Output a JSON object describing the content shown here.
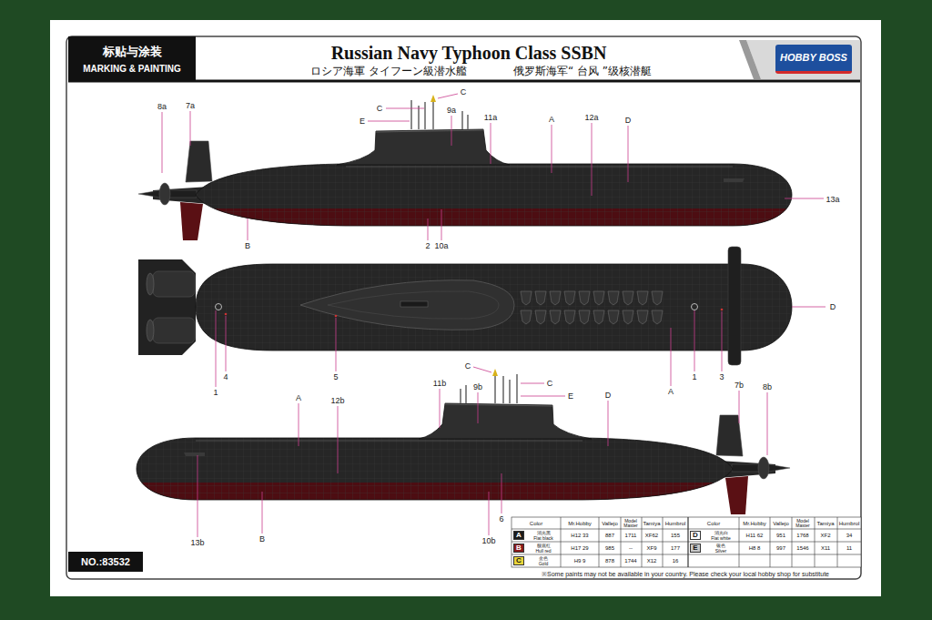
{
  "diagram": {
    "title": "Russian Navy Typhoon Class SSBN",
    "nodes": [
      {
        "text": [
          "标贴与涂装",
          "MARKING & PAINTING"
        ]
      },
      {
        "text": [
          "HOBBY BOSS"
        ]
      },
      {
        "text": [
          "NO.:83532"
        ]
      }
    ],
    "labels": [
      "ロシア海軍 タイフーン級潜水艦",
      "俄罗斯海军“ 台风 ”级核潜艇",
      "8a",
      "7a",
      "C",
      "E",
      "C",
      "9a",
      "11a",
      "A",
      "12a",
      "D",
      "13a",
      "B",
      "2",
      "10a",
      "D",
      "4",
      "1",
      "5",
      "A",
      "1",
      "3",
      "C",
      "C",
      "E",
      "11b",
      "9b",
      "A",
      "12b",
      "D",
      "7b",
      "8b",
      "13b",
      "B",
      "6",
      "10b",
      "Color",
      "Mr.Hobby",
      "Vallejo",
      "Model Master",
      "Tamiya",
      "Humbrol",
      "Color",
      "Mr.Hobby",
      "Vallejo",
      "Model Master",
      "Tamiya",
      "Humbrol",
      "消光黑",
      "Flat black",
      "H12 33",
      "887",
      "1711",
      "XF62",
      "155",
      "舰底红",
      "Hull red",
      "H17 29",
      "985",
      "--",
      "XF9",
      "177",
      "金色",
      "Gold",
      "H9 9",
      "878",
      "1744",
      "X12",
      "16",
      "消光白",
      "Flat white",
      "H11 62",
      "951",
      "1768",
      "XF2",
      "34",
      "银色",
      "Silver",
      "H8 8",
      "997",
      "1546",
      "X11",
      "11",
      "※Some paints may not be available in your country. Please check your local hobby shop for substitute"
    ],
    "legend": [
      {
        "text": "A",
        "color": "#1c1c1c"
      },
      {
        "text": "B",
        "color": "#8b1a1a"
      },
      {
        "text": "C",
        "color": "#e8d53a"
      },
      {
        "text": "D",
        "color": "#ffffff"
      },
      {
        "text": "E",
        "color": "#c8c8c8"
      }
    ]
  }
}
